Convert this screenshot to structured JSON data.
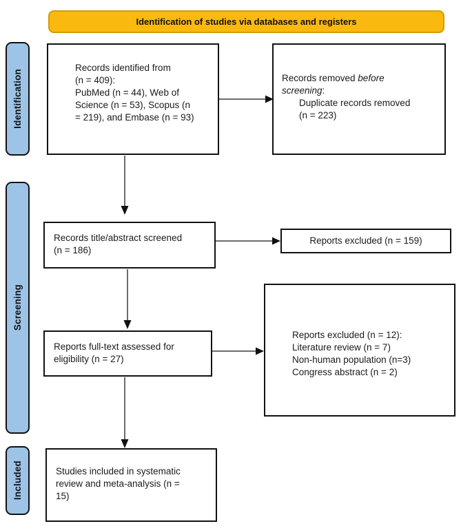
{
  "banner": {
    "label": "Identification of studies via databases and registers"
  },
  "sidebar": {
    "identification": "Identification",
    "screening": "Screening",
    "included": "Included"
  },
  "boxes": {
    "records_identified": {
      "text": "Records identified from\n(n = 409):\nPubMed (n = 44), Web of\nScience (n = 53), Scopus (n\n= 219), and Embase (n = 93)"
    },
    "records_removed": {
      "prefix": "Records removed ",
      "italic_line1": "before",
      "italic_line2": "screening",
      "colon": ":",
      "detail": "Duplicate records removed\n(n = 223)"
    },
    "records_screened": {
      "text": "Records title/abstract screened\n(n = 186)"
    },
    "reports_excluded_screening": {
      "text": "Reports excluded (n = 159)"
    },
    "reports_assessed": {
      "text": "Reports full-text assessed for\neligibility (n = 27)"
    },
    "reports_excluded_eligibility": {
      "text": "Reports excluded (n = 12):\nLiterature review (n = 7)\nNon-human population (n=3)\nCongress abstract (n = 2)"
    },
    "studies_included": {
      "text": "Studies included in systematic\nreview and meta-analysis (n =\n15)"
    }
  },
  "colors": {
    "banner_bg": "#F9B90F",
    "banner_border": "#D59B05",
    "sidebar_bg": "#9DC3E6",
    "box_border": "#111111",
    "arrow": "#111111"
  }
}
